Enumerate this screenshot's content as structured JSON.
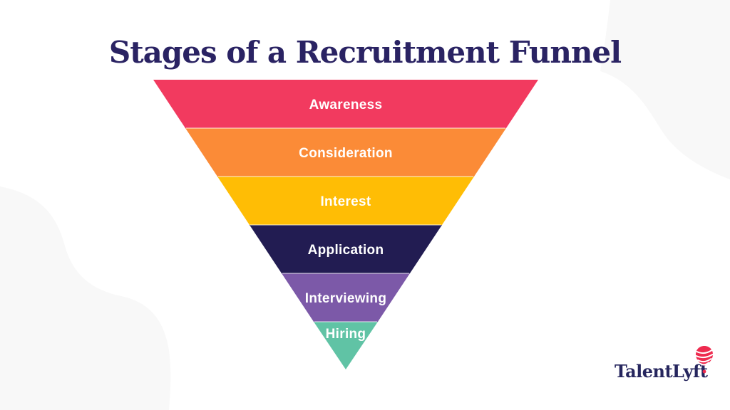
{
  "title": "Stages of a Recruitment Funnel",
  "funnel": {
    "type": "funnel",
    "orientation": "inverted-triangle",
    "label_text_color": "#FFFFFF",
    "stages": [
      {
        "label": "Awareness",
        "color": "#F23A5F"
      },
      {
        "label": "Consideration",
        "color": "#FB8B37"
      },
      {
        "label": "Interest",
        "color": "#FFBD05"
      },
      {
        "label": "Application",
        "color": "#221C52"
      },
      {
        "label": "Interviewing",
        "color": "#7C59A8"
      },
      {
        "label": "Hiring",
        "color": "#60C3A5"
      }
    ]
  },
  "brand": {
    "name": "TalentLyft",
    "wordmark_color": "#26265E",
    "balloon_color": "#EE2B4F",
    "icon": "hot-air-balloon-icon"
  },
  "colors": {
    "background": "#FFFFFF",
    "decor_blob": "#F8F8F8",
    "title": "#2A2363"
  }
}
